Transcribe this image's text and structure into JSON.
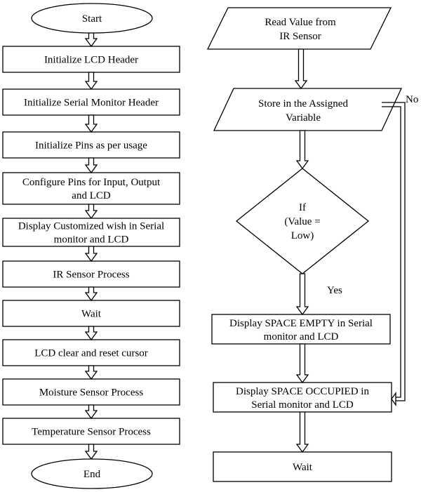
{
  "left": {
    "start": "Start",
    "end": "End",
    "steps": [
      [
        "Initialize LCD Header"
      ],
      [
        "Initialize Serial Monitor Header"
      ],
      [
        "Initialize Pins as per usage"
      ],
      [
        "Configure Pins for Input, Output",
        "and LCD"
      ],
      [
        "Display Customized wish in Serial",
        "monitor and LCD"
      ],
      [
        "IR Sensor Process"
      ],
      [
        "Wait"
      ],
      [
        "LCD clear and reset cursor"
      ],
      [
        "Moisture Sensor Process"
      ],
      [
        "Temperature Sensor Process"
      ]
    ]
  },
  "right": {
    "read": [
      "Read Value from",
      "IR Sensor"
    ],
    "store": [
      "Store in the Assigned",
      "Variable"
    ],
    "decision": [
      "If",
      "(Value =",
      "Low)"
    ],
    "yes": "Yes",
    "no": "No",
    "empty": [
      "Display SPACE EMPTY in Serial",
      "monitor and LCD"
    ],
    "occupied": [
      "Display SPACE OCCUPIED in",
      "Serial monitor and LCD"
    ],
    "wait": "Wait"
  }
}
